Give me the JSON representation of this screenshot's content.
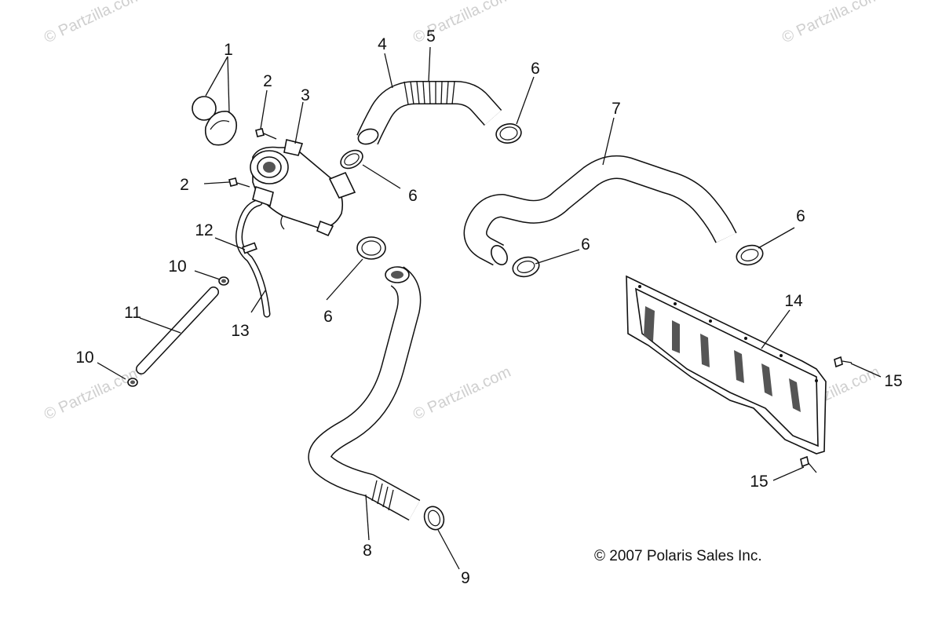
{
  "watermark": "© Partzilla.com",
  "copyright": "© 2007 Polaris Sales Inc.",
  "callouts": [
    "1",
    "2",
    "3",
    "4",
    "5",
    "6",
    "7",
    "2",
    "6",
    "12",
    "10",
    "13",
    "6",
    "6",
    "6",
    "11",
    "10",
    "14",
    "15",
    "15",
    "8",
    "9"
  ],
  "parts": {
    "radiator_cap": "radiator-cap",
    "recovery_bottle": "coolant-recovery-bottle",
    "bracket": "bottle-mounting-bracket",
    "screws": "mounting-screws",
    "upper_hose": "upper-coolant-hose",
    "molded_hose": "molded-coolant-hose",
    "lower_hose": "lower-coolant-hose",
    "clamps": "hose-clamps",
    "overflow_tube": "overflow-tube",
    "vent_tube": "vent-tube",
    "shroud": "radiator-fan-shroud"
  }
}
